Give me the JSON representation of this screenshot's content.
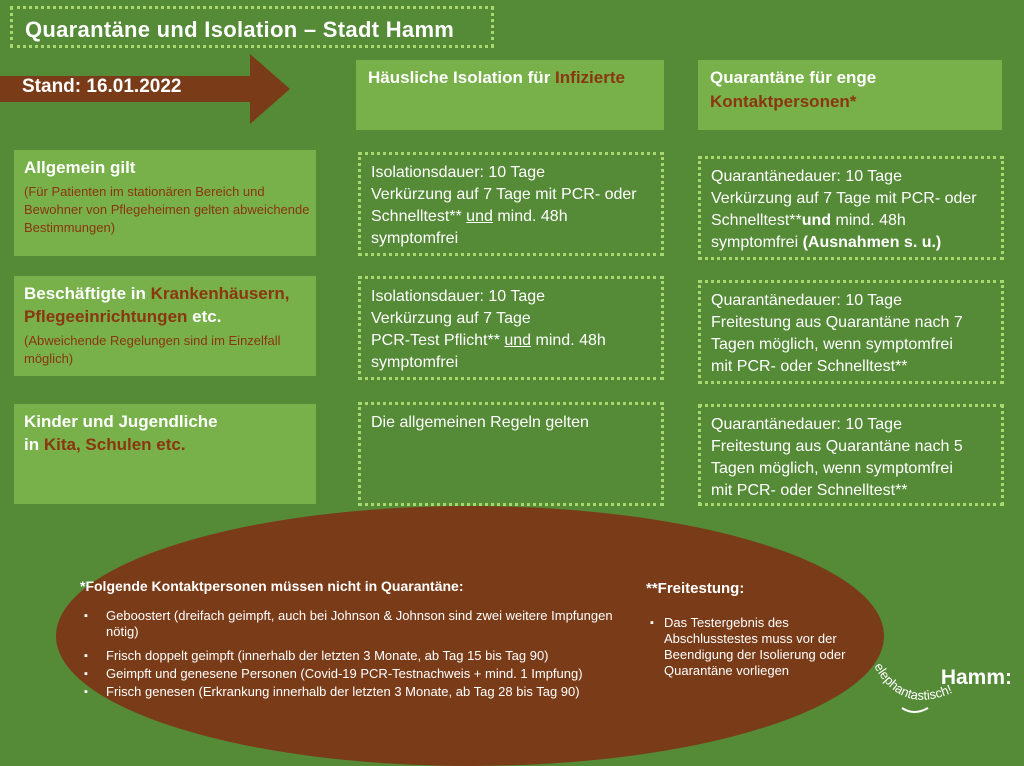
{
  "title": "Quarantäne und Isolation – Stadt Hamm",
  "stand": "Stand: 16.01.2022",
  "columns": {
    "isolation": {
      "label": "Häusliche Isolation für ",
      "highlight": "Infizierte"
    },
    "quarantine": {
      "label": "Quarantäne für enge",
      "highlight": "Kontaktpersonen*"
    }
  },
  "rows": {
    "allgemein": {
      "label": "Allgemein gilt",
      "note": "(Für Patienten im stationären Bereich und Bewohner von Pflegeheimen gelten abweichende Bestimmungen)",
      "iso_l1": "Isolationsdauer: 10 Tage",
      "iso_l2": "Verkürzung auf 7 Tage mit PCR- oder",
      "iso_l3a": "Schnelltest** ",
      "iso_l3u": "und",
      "iso_l3b": " mind. 48h",
      "iso_l4": "symptomfrei",
      "q_l1": "Quarantänedauer: 10 Tage",
      "q_l2": "Verkürzung auf 7 Tage mit PCR- oder",
      "q_l3a": "Schnelltest**",
      "q_l3b": "und",
      "q_l3c": " mind. 48h",
      "q_l4a": "symptomfrei  ",
      "q_l4b": "(Ausnahmen s. u.)"
    },
    "beschaeftigte": {
      "label_a": "Beschäftigte in ",
      "label_hl1": "Krankenhäusern,",
      "label_hl2": "Pflegeeinrichtungen",
      "label_b": " etc.",
      "note": "(Abweichende Regelungen sind im Einzelfall möglich)",
      "iso_l1": "Isolationsdauer: 10 Tage",
      "iso_l2": "Verkürzung auf 7 Tage",
      "iso_l3a": "PCR-Test Pflicht**  ",
      "iso_l3u": "und",
      "iso_l3b": " mind. 48h",
      "iso_l4": "symptomfrei",
      "q_l1": "Quarantänedauer: 10 Tage",
      "q_l2": "Freitestung aus Quarantäne nach 7",
      "q_l3": "Tagen möglich, wenn symptomfrei",
      "q_l4": "mit PCR- oder Schnelltest**"
    },
    "kinder": {
      "label_a": "Kinder und Jugendliche",
      "label_b": "in ",
      "label_hl": "Kita, Schulen etc.",
      "iso": "Die allgemeinen Regeln gelten",
      "q_l1": "Quarantänedauer: 10 Tage",
      "q_l2": "Freitestung aus Quarantäne nach 5",
      "q_l3": "Tagen möglich, wenn symptomfrei",
      "q_l4": "mit PCR- oder Schnelltest**"
    }
  },
  "footnotes": {
    "kontakt_title": "*Folgende Kontaktpersonen müssen nicht in Quarantäne:",
    "kontakt_items": [
      "Geboostert (dreifach geimpft, auch bei Johnson & Johnson sind zwei weitere Impfungen nötig)",
      "Frisch doppelt geimpft (innerhalb der letzten 3 Monate, ab Tag 15 bis Tag 90)",
      "Geimpft und genesene Personen (Covid-19 PCR-Testnachweis + mind. 1 Impfung)",
      "Frisch genesen (Erkrankung innerhalb der letzten 3 Monate, ab Tag 28 bis Tag 90)"
    ],
    "frei_title": "**Freitestung:",
    "frei_item": "Das Testergebnis des Abschlusstestes muss vor der Beendigung der Isolierung oder Quarantäne vorliegen"
  },
  "brand": {
    "elephant": "elephantastisch!",
    "hamm": "Hamm:"
  },
  "colors": {
    "background": "#558a37",
    "card": "#78b049",
    "accent": "#8a3610",
    "ellipse": "#7a3b18",
    "dotted": "#a9d86e"
  }
}
